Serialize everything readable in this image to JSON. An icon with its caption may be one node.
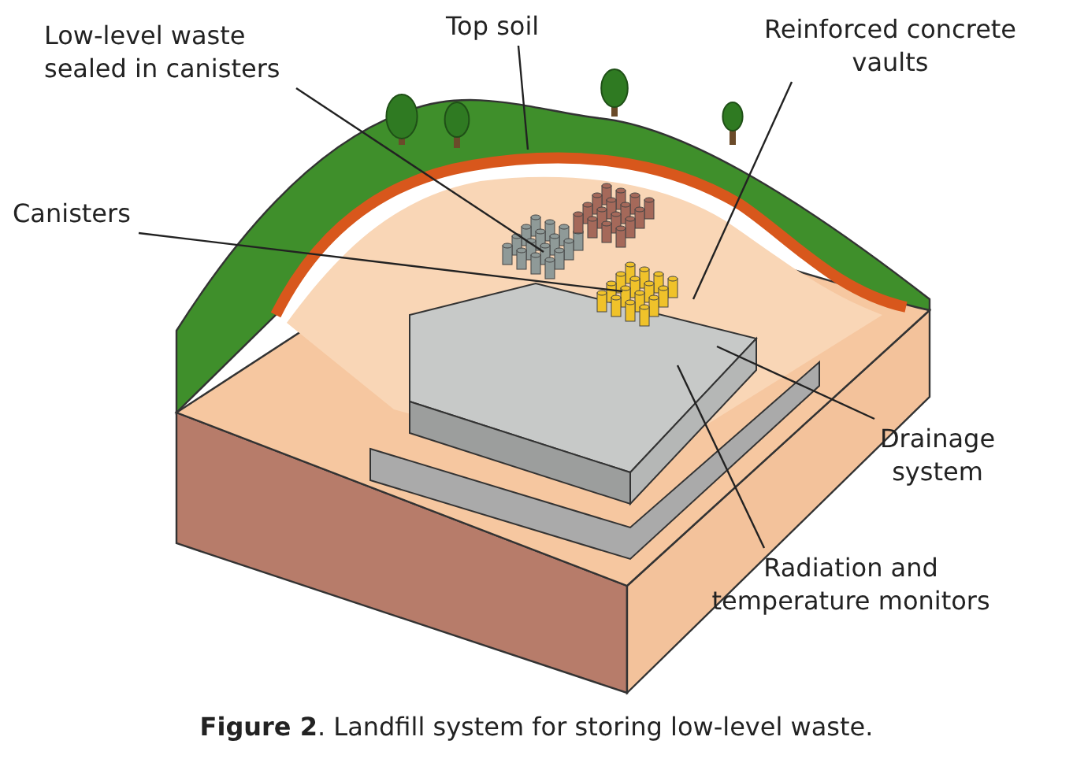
{
  "diagram": {
    "caption": "**Figure 2**. Landfill system for storing low-level waste.",
    "nodes": [
      {
        "text": [
          "Low-level waste sealed in canisters"
        ]
      },
      {
        "text": [
          "Top soil"
        ]
      },
      {
        "text": [
          "Reinforced concrete vaults"
        ]
      },
      {
        "text": [
          "Canisters"
        ]
      },
      {
        "text": [
          "Drainage system"
        ]
      },
      {
        "text": [
          "Radiation and temperature monitors"
        ]
      }
    ],
    "edges": [
      {
        "from": 0,
        "to": null,
        "arrow": "none"
      },
      {
        "from": 1,
        "to": null,
        "arrow": "none"
      },
      {
        "from": 2,
        "to": null,
        "arrow": "none"
      },
      {
        "from": 3,
        "to": null,
        "arrow": "none"
      },
      {
        "from": 4,
        "to": null,
        "arrow": "none"
      },
      {
        "from": 5,
        "to": null,
        "arrow": "none"
      }
    ]
  }
}
